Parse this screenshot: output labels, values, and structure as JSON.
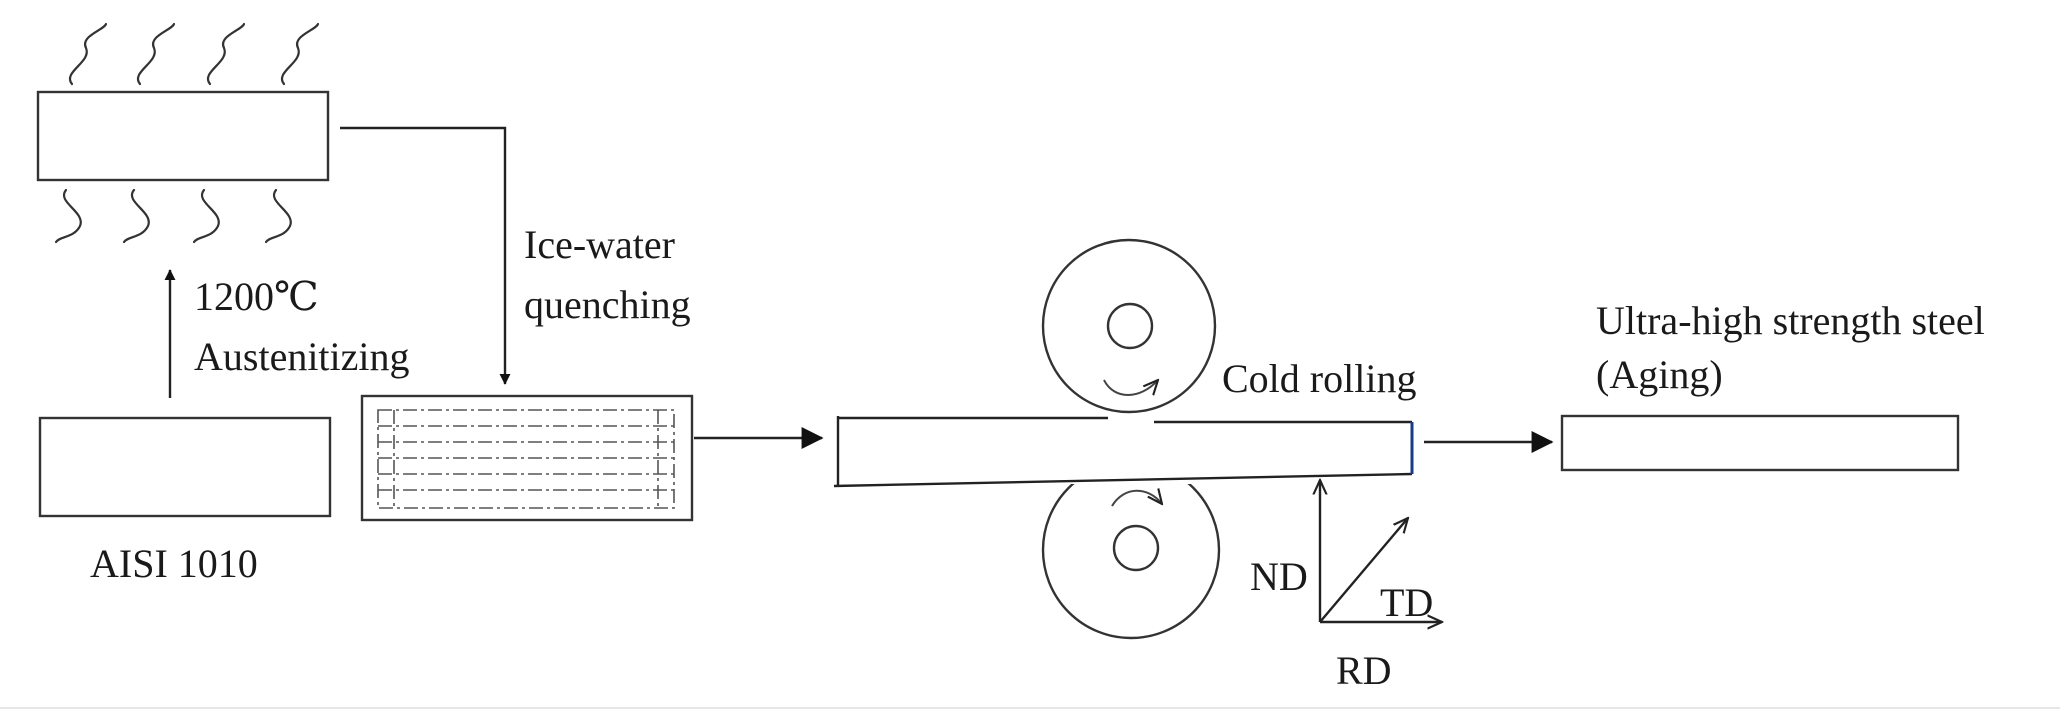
{
  "labels": {
    "temperature": "1200℃",
    "austenitizing": "Austenitizing",
    "material": "AISI 1010",
    "quench_line1": "Ice-water",
    "quench_line2": "quenching",
    "cold_rolling": "Cold rolling",
    "product_line1": "Ultra-high strength steel",
    "product_line2": "(Aging)",
    "axis_nd": "ND",
    "axis_td": "TD",
    "axis_rd": "RD"
  }
}
